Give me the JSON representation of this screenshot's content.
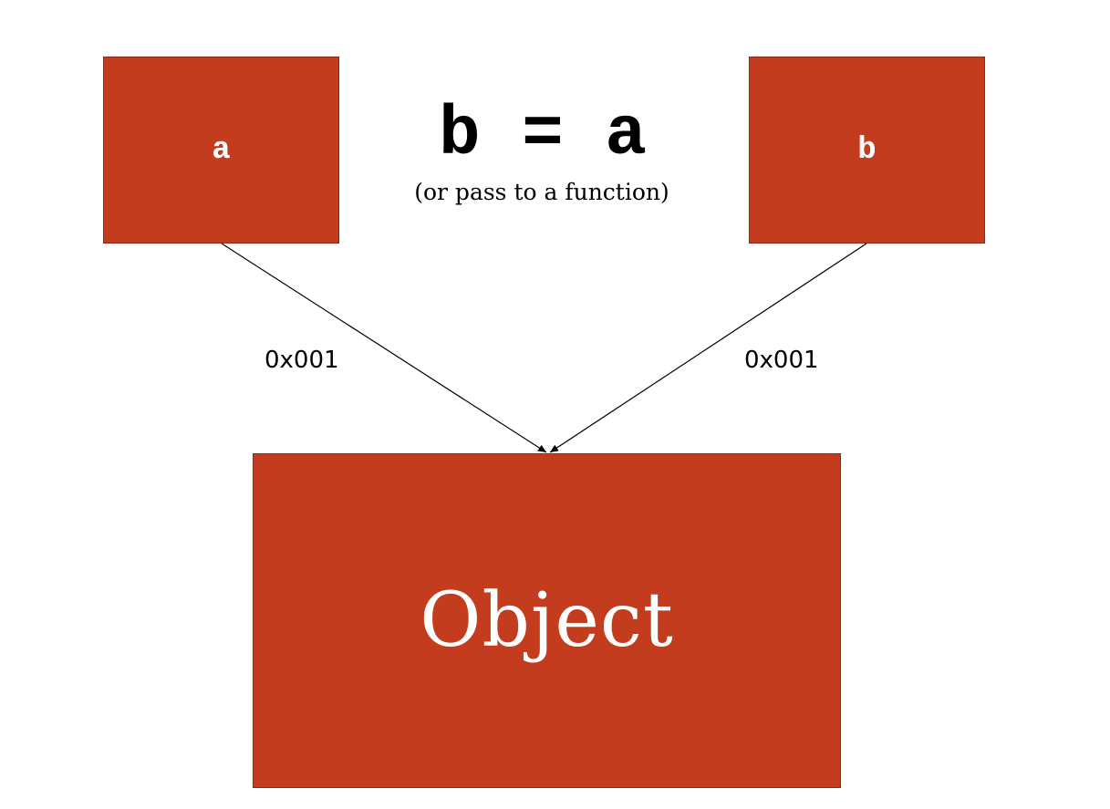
{
  "diagram": {
    "title": "b = a",
    "subtitle": "(or pass to a function)",
    "variable_a": "a",
    "variable_b": "b",
    "object_label": "Object",
    "address_left": "0x001",
    "address_right": "0x001"
  },
  "colors": {
    "box_fill": "#c43c1e",
    "text_light": "#ffffff",
    "line": "#000000"
  }
}
